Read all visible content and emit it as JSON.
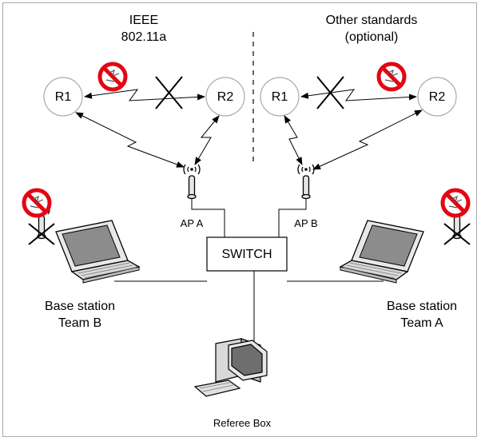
{
  "headers": {
    "left_line1": "IEEE",
    "left_line2": "802.11a",
    "right_line1": "Other standards",
    "right_line2": "(optional)"
  },
  "robots": {
    "left_r1": "R1",
    "left_r2": "R2",
    "right_r1": "R1",
    "right_r2": "R2"
  },
  "access_points": {
    "ap_a": "AP A",
    "ap_b": "AP B"
  },
  "switch_label": "SWITCH",
  "base_stations": {
    "team_b_line1": "Base station",
    "team_b_line2": "Team B",
    "team_a_line1": "Base station",
    "team_a_line2": "Team A"
  },
  "referee_box": "Referee Box",
  "colors": {
    "prohibited_red": "#e30613",
    "line": "#000000",
    "laptop_fill": "#d9d9d9",
    "screen_fill": "#8c8c8c"
  },
  "icons": [
    "prohibited-sign-icon",
    "x-cross-icon",
    "antenna-icon",
    "laptop-icon",
    "desktop-computer-icon",
    "lightning-link-icon"
  ]
}
